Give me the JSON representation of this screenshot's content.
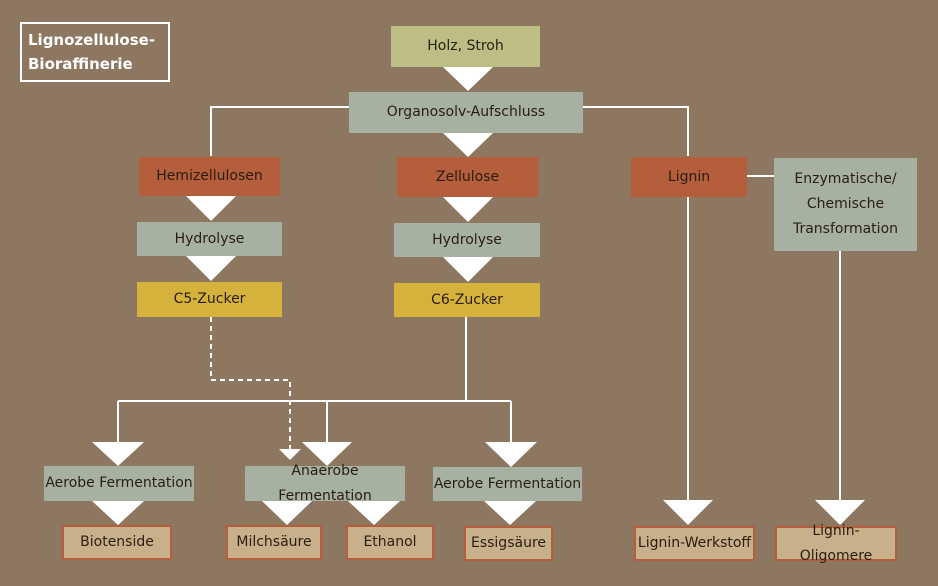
{
  "title": "Lignozellulose-\nBioraffinerie",
  "nodes": {
    "holz_stroh": "Holz, Stroh",
    "organosolv": "Organosolv-Aufschluss",
    "hemizellulosen": "Hemizellulosen",
    "zellulose": "Zellulose",
    "lignin": "Lignin",
    "enzymatische": "Enzymatische/\nChemische\nTransformation",
    "hydrolyse_1": "Hydrolyse",
    "hydrolyse_2": "Hydrolyse",
    "c5_zucker": "C5-Zucker",
    "c6_zucker": "C6-Zucker",
    "aerobe_fermentation_1": "Aerobe Fermentation",
    "anaerobe_fermentation": "Anaerobe Fermentation",
    "aerobe_fermentation_2": "Aerobe Fermentation",
    "biotenside": "Biotenside",
    "milchsaeure": "Milchsäure",
    "ethanol": "Ethanol",
    "essigsaeure": "Essigsäure",
    "lignin_werkstoff": "Lignin-Werkstoff",
    "lignin_oligomere": "Lignin-Oligomere"
  },
  "colors": {
    "background": "#8e7760",
    "gray_box": "#a6b1a1",
    "olive_box": "#bcbe85",
    "rust_box": "#b45e3c",
    "gold_box": "#d4b23b",
    "tan_box": "#c8b08a",
    "connector": "#ffffff"
  }
}
